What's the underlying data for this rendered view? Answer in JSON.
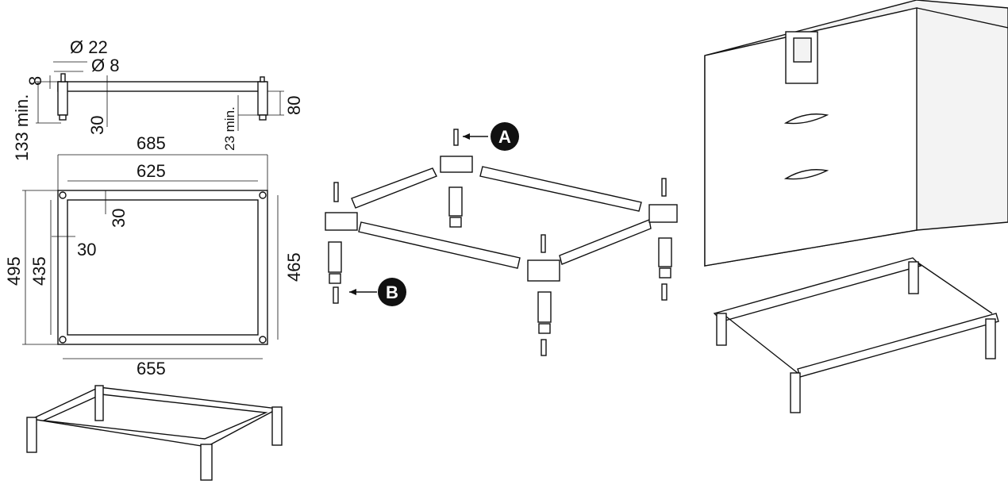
{
  "side_view": {
    "dia_outer": "Ø 22",
    "dia_inner": "Ø 8",
    "top_offset": "8",
    "total_height": "133 min.",
    "beam_height": "30",
    "adjust_min": "23 min.",
    "leg_height": "80"
  },
  "top_view": {
    "outer_width": "685",
    "inner_width": "625",
    "beam_width_top": "30",
    "beam_width_left": "30",
    "outer_depth": "495",
    "inner_depth": "435",
    "leg_depth": "465",
    "leg_width": "655"
  },
  "exploded_view": {
    "callout_a": "A",
    "callout_b": "B"
  }
}
